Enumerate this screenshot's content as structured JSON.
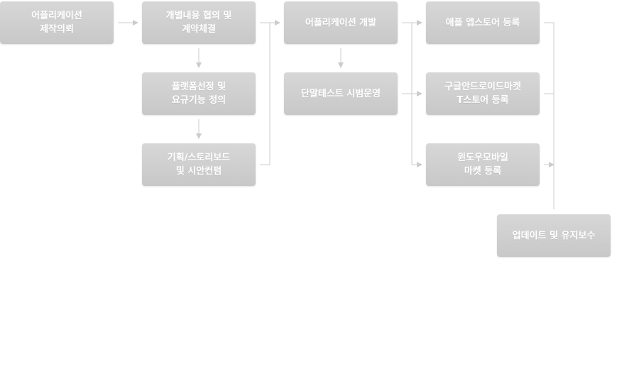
{
  "steps": {
    "request": {
      "line1": "어플리케이션",
      "line2": "제작의뢰"
    },
    "consult": {
      "line1": "개별내용 협의 및",
      "line2": "계약체결"
    },
    "platform": {
      "line1": "플랫폼선정 및",
      "line2": "요규기능 정의"
    },
    "storyboard": {
      "line1": "기획/스토리보드",
      "line2": "및 시안컨펌"
    },
    "develop": {
      "line1": "어플리케이션 개발"
    },
    "test": {
      "line1": "단말테스트 시범운영"
    },
    "appstore": {
      "line1": "애플 앱스토어 등록"
    },
    "googlemarket": {
      "line1": "구글안드로이드마켓",
      "line2": "T스토어 등록"
    },
    "windowsmarket": {
      "line1": "윈도우모바일",
      "line2": "마켓 등록"
    },
    "maintenance": {
      "line1": "업데이트 및 유지보수"
    }
  },
  "colors": {
    "box": "#cfcfcf",
    "text": "#ffffff",
    "connector": "#cccccc"
  }
}
